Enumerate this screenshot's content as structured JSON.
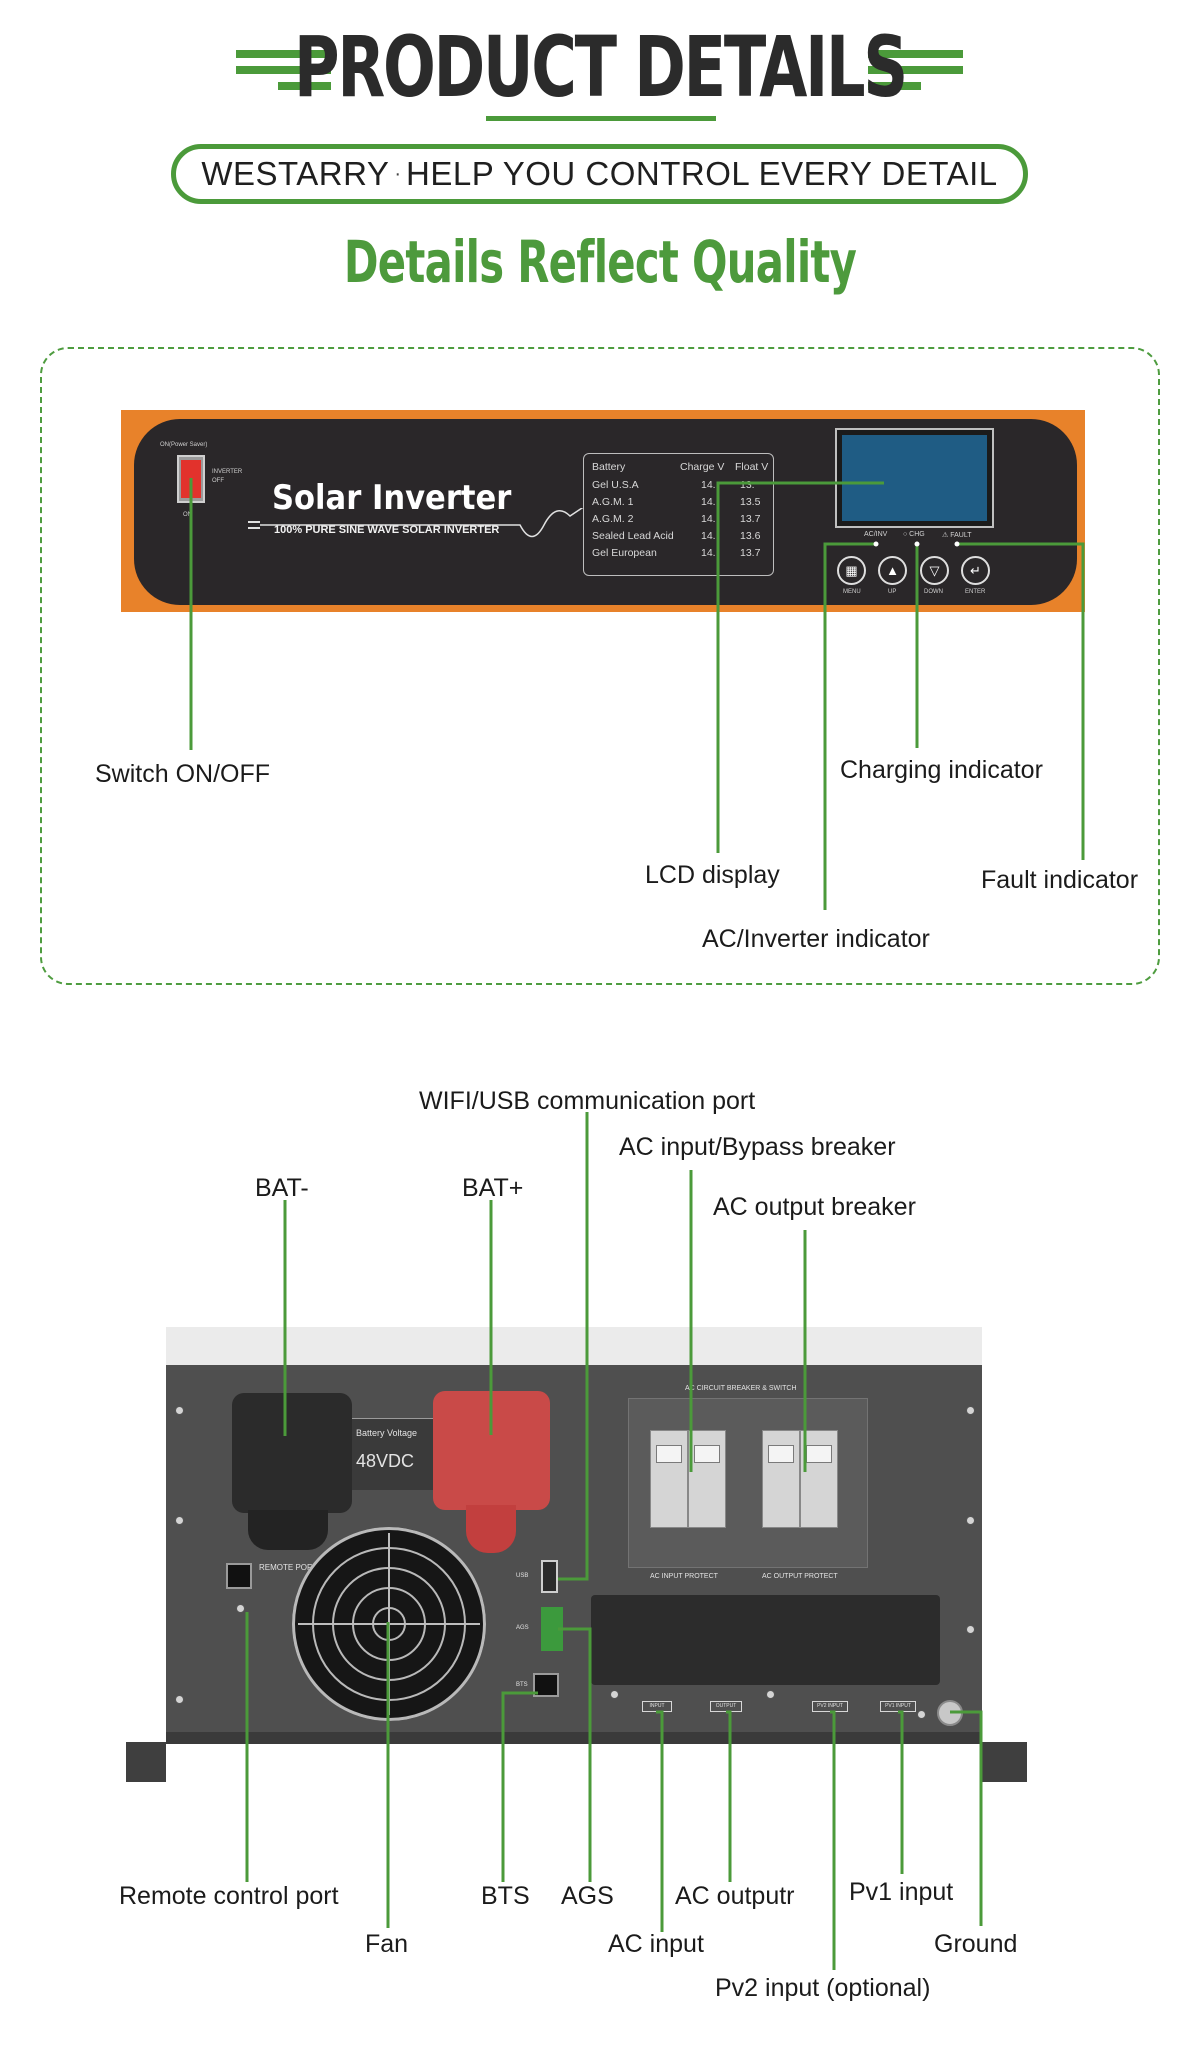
{
  "header": {
    "title": "PRODUCT DETAILS",
    "slogan_brand": "WESTARRY",
    "slogan_dot": "·",
    "slogan_rest": "HELP YOU CONTROL EVERY DETAIL",
    "subtitle": "Details Reflect Quality"
  },
  "colors": {
    "accent_green": "#4b9a3a",
    "panel_orange": "#e8822a",
    "panel_dark": "#2a2729",
    "lcd_blue": "#1f5c84"
  },
  "front_panel": {
    "switch_top_text": "ON(Power Saver)",
    "switch_side_text_1": "INVERTER",
    "switch_side_text_2": "OFF",
    "switch_bottom_text": "ON",
    "brand": "Solar Inverter",
    "brand_sub": "100% PURE SINE WAVE SOLAR INVERTER",
    "battery_table": {
      "headers": [
        "Battery",
        "Charge V",
        "Float V"
      ],
      "rows": [
        [
          "Gel U.S.A",
          "14.",
          "13."
        ],
        [
          "A.G.M. 1",
          "14.",
          "13.5"
        ],
        [
          "A.G.M. 2",
          "14.",
          "13.7"
        ],
        [
          "Sealed Lead Acid",
          "14.",
          "13.6"
        ],
        [
          "Gel European",
          "14.",
          "13.7"
        ]
      ]
    },
    "indicators": [
      "AC/INV",
      "○ CHG",
      "⚠ FAULT"
    ],
    "buttons": [
      {
        "label": "MENU",
        "icon": "menu-grid-icon",
        "glyph": "▦"
      },
      {
        "label": "UP",
        "icon": "up-arrow-icon",
        "glyph": "▲"
      },
      {
        "label": "DOWN",
        "icon": "down-arrow-icon",
        "glyph": "▽"
      },
      {
        "label": "ENTER",
        "icon": "enter-arrow-icon",
        "glyph": "↵"
      }
    ]
  },
  "front_callouts": {
    "switch": "Switch ON/OFF",
    "charging": "Charging indicator",
    "lcd": "LCD display",
    "fault": "Fault indicator",
    "ac_inverter": "AC/Inverter indicator"
  },
  "rear_panel": {
    "battery_voltage_label": "Battery Voltage",
    "battery_voltage": "48VDC",
    "remote_port": "REMOTE PORT",
    "usb": "USB",
    "ags": "AGS",
    "bts": "BTS",
    "breaker_title": "AC CIRCUIT BREAKER & SWITCH",
    "breaker_input": "AC INPUT PROTECT",
    "breaker_output": "AC OUTPUT PROTECT",
    "terminals": [
      "INPUT",
      "OUTPUT",
      "PV2 INPUT",
      "PV1 INPUT"
    ]
  },
  "rear_callouts": {
    "wifi_usb": "WIFI/USB communication port",
    "ac_input_bypass": "AC input/Bypass breaker",
    "ac_output_breaker": "AC output breaker",
    "bat_minus": "BAT-",
    "bat_plus": "BAT+",
    "remote": "Remote control port",
    "fan": "Fan",
    "bts": "BTS",
    "ags": "AGS",
    "ac_input": "AC input",
    "ac_output": "AC outputr",
    "pv1": "Pv1 input",
    "pv2": "Pv2 input (optional)",
    "ground": "Ground"
  }
}
